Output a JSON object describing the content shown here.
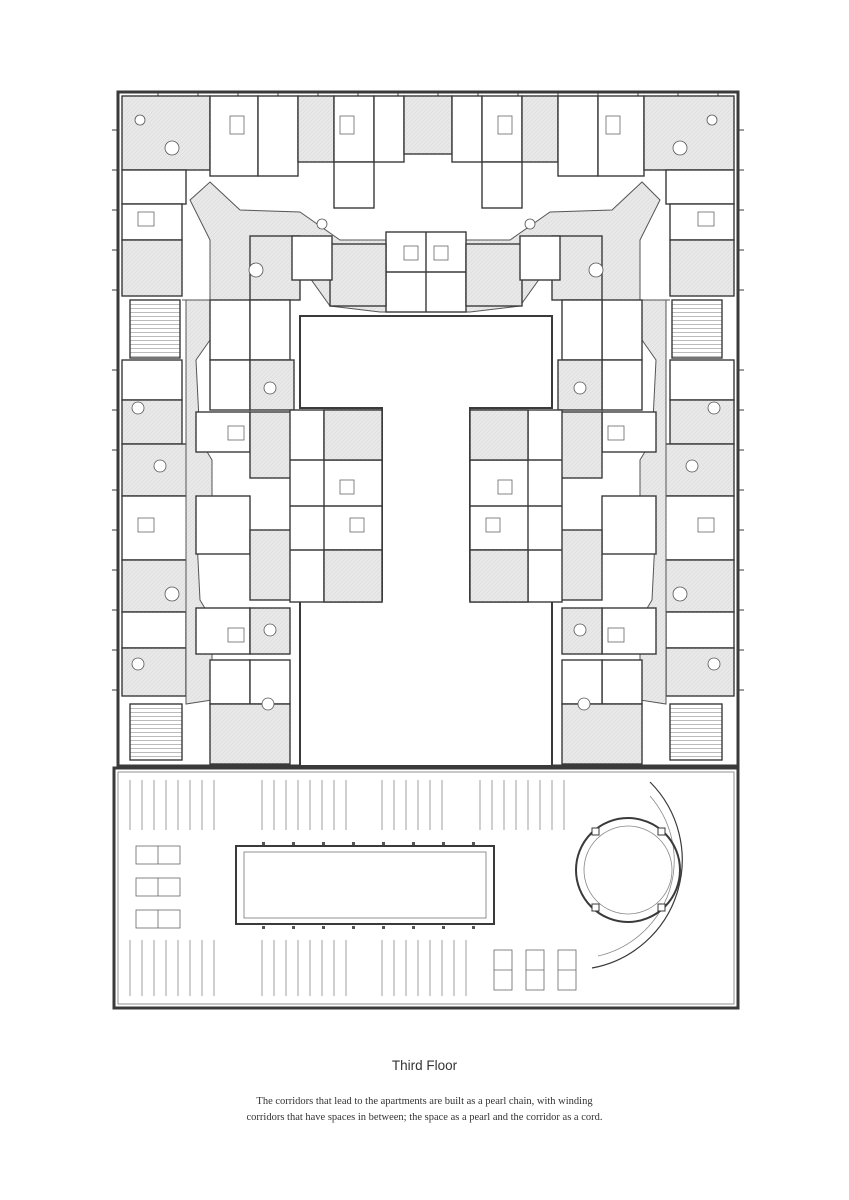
{
  "drawing": {
    "title": "Third Floor",
    "description_lines": [
      "The corridors that lead to the apartments are built as a pearl chain, with winding",
      "corridors that have spaces in between; the space as a pearl and the corridor as a cord."
    ]
  },
  "colors": {
    "background": "#ffffff",
    "wall": "#3a3a3a",
    "room_fill": "#e6e6e6",
    "line": "#7a7a7a",
    "text": "#333333"
  }
}
